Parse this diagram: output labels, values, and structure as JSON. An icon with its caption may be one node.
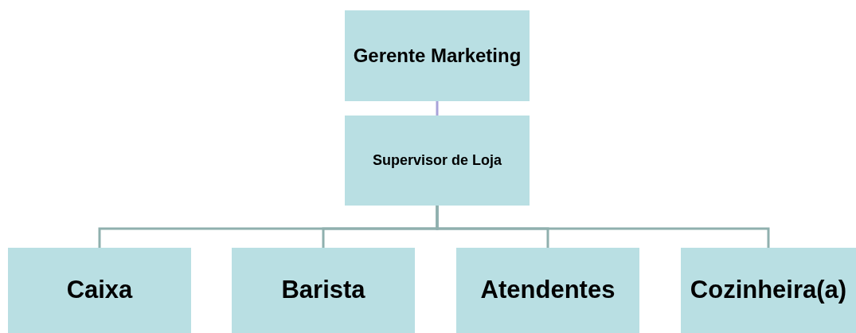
{
  "diagram": {
    "nodes": [
      {
        "text": [
          "Gerente Marketing"
        ]
      },
      {
        "text": [
          "Supervisor de Loja"
        ]
      },
      {
        "text": [
          "Caixa"
        ]
      },
      {
        "text": [
          "Barista"
        ]
      },
      {
        "text": [
          "Atendentes"
        ]
      },
      {
        "text": [
          "Cozinheira(a)"
        ]
      }
    ],
    "edges": [
      {
        "from": 0,
        "to": 1,
        "arrow": "none",
        "color": "#a9a3d9"
      },
      {
        "from": 1,
        "to": 2,
        "arrow": "none"
      },
      {
        "from": 1,
        "to": 3,
        "arrow": "none"
      },
      {
        "from": 1,
        "to": 4,
        "arrow": "none"
      },
      {
        "from": 1,
        "to": 5,
        "arrow": "none"
      }
    ]
  }
}
